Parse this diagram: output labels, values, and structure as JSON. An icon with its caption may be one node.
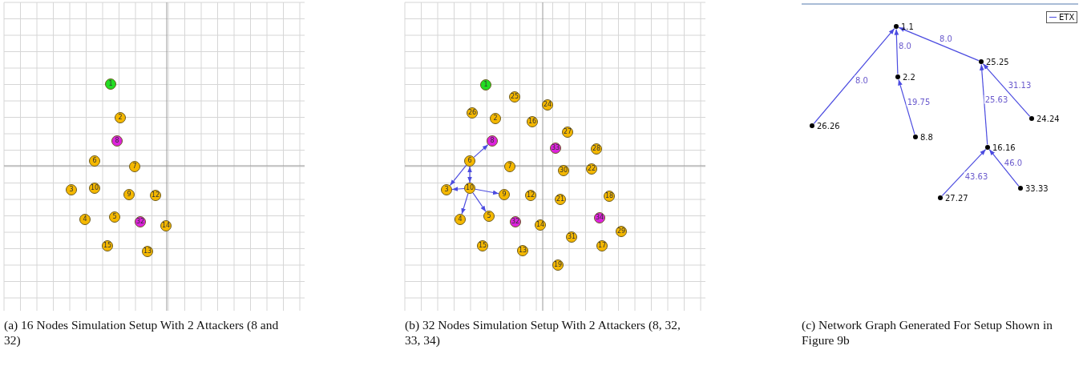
{
  "diagram": {
    "nodes": [
      {
        "text": [
          "1"
        ]
      },
      {
        "text": [
          "2"
        ]
      },
      {
        "text": [
          "8"
        ]
      },
      {
        "text": [
          "6"
        ]
      },
      {
        "text": [
          "7"
        ]
      },
      {
        "text": [
          "3"
        ]
      },
      {
        "text": [
          "10"
        ]
      },
      {
        "text": [
          "9"
        ]
      },
      {
        "text": [
          "12"
        ]
      },
      {
        "text": [
          "4"
        ]
      },
      {
        "text": [
          "5"
        ]
      },
      {
        "text": [
          "32"
        ]
      },
      {
        "text": [
          "14"
        ]
      },
      {
        "text": [
          "15"
        ]
      },
      {
        "text": [
          "13"
        ]
      },
      {
        "text": [
          "1"
        ]
      },
      {
        "text": [
          "25"
        ]
      },
      {
        "text": [
          "24"
        ]
      },
      {
        "text": [
          "26"
        ]
      },
      {
        "text": [
          "2"
        ]
      },
      {
        "text": [
          "16"
        ]
      },
      {
        "text": [
          "27"
        ]
      },
      {
        "text": [
          "8"
        ]
      },
      {
        "text": [
          "33"
        ]
      },
      {
        "text": [
          "28"
        ]
      },
      {
        "text": [
          "6"
        ]
      },
      {
        "text": [
          "7"
        ]
      },
      {
        "text": [
          "30"
        ]
      },
      {
        "text": [
          "22"
        ]
      },
      {
        "text": [
          "3"
        ]
      },
      {
        "text": [
          "10"
        ]
      },
      {
        "text": [
          "9"
        ]
      },
      {
        "text": [
          "12"
        ]
      },
      {
        "text": [
          "21"
        ]
      },
      {
        "text": [
          "18"
        ]
      },
      {
        "text": [
          "4"
        ]
      },
      {
        "text": [
          "5"
        ]
      },
      {
        "text": [
          "32"
        ]
      },
      {
        "text": [
          "14"
        ]
      },
      {
        "text": [
          "34"
        ]
      },
      {
        "text": [
          "29"
        ]
      },
      {
        "text": [
          "31"
        ]
      },
      {
        "text": [
          "15"
        ]
      },
      {
        "text": [
          "17"
        ]
      },
      {
        "text": [
          "13"
        ]
      },
      {
        "text": [
          "19"
        ]
      },
      {
        "text": [
          "1.1"
        ]
      },
      {
        "text": [
          "25.25"
        ]
      },
      {
        "text": [
          "2.2"
        ]
      },
      {
        "text": [
          "24.24"
        ]
      },
      {
        "text": [
          "26.26"
        ]
      },
      {
        "text": [
          "8.8"
        ]
      },
      {
        "text": [
          "16.16"
        ]
      },
      {
        "text": [
          "33.33"
        ]
      },
      {
        "text": [
          "27.27"
        ]
      }
    ],
    "edges": [
      {
        "from": 25,
        "to": 22,
        "arrow": "to"
      },
      {
        "from": 25,
        "to": 29,
        "arrow": "to"
      },
      {
        "from": 25,
        "to": 30,
        "arrow": "both"
      },
      {
        "from": 30,
        "to": 29,
        "arrow": "to"
      },
      {
        "from": 30,
        "to": 31,
        "arrow": "to"
      },
      {
        "from": 30,
        "to": 35,
        "arrow": "to"
      },
      {
        "from": 30,
        "to": 36,
        "arrow": "to"
      },
      {
        "from": 50,
        "to": 46,
        "arrow": "to",
        "label": "8.0"
      },
      {
        "from": 48,
        "to": 46,
        "arrow": "to",
        "label": "8.0"
      },
      {
        "from": 47,
        "to": 46,
        "arrow": "to",
        "label": "8.0"
      },
      {
        "from": 51,
        "to": 48,
        "arrow": "to",
        "label": "19.75"
      },
      {
        "from": 52,
        "to": 47,
        "arrow": "to",
        "label": "25.63"
      },
      {
        "from": 49,
        "to": 47,
        "arrow": "to",
        "label": "31.13"
      },
      {
        "from": 54,
        "to": 52,
        "arrow": "to",
        "label": "43.63"
      },
      {
        "from": 53,
        "to": 52,
        "arrow": "to",
        "label": "46.0"
      }
    ],
    "labels": [
      "(a) 16 Nodes Simulation Setup With 2 Attackers (8 and 32)",
      "(b) 32 Nodes Simulation Setup With 2 Attackers (8, 32, 33, 34)",
      "(c) Network Graph Generated For Setup Shown in Figure 9b"
    ],
    "legend": [
      {
        "text": "ETX"
      }
    ]
  }
}
